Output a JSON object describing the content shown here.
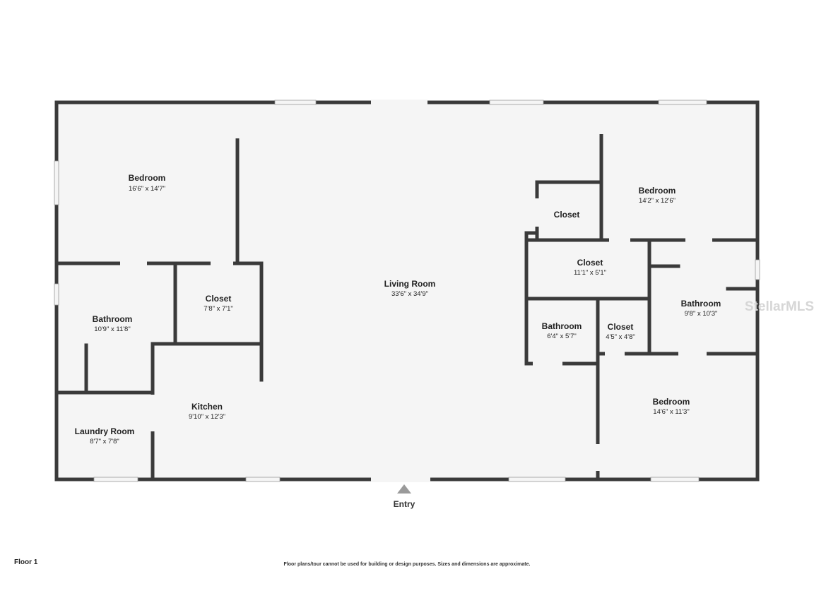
{
  "plan": {
    "floor_label": "Floor 1",
    "disclaimer": "Floor plans/tour cannot be used for building or design purposes. Sizes and dimensions are approximate.",
    "entry_label": "Entry",
    "watermark": "StellarMLS",
    "rooms": [
      {
        "id": "bedroom-nw",
        "name": "Bedroom",
        "dims": "16'6\" x 14'7\""
      },
      {
        "id": "living-room",
        "name": "Living Room",
        "dims": "33'6\" x 34'9\""
      },
      {
        "id": "closet-upper",
        "name": "Closet",
        "dims": ""
      },
      {
        "id": "bedroom-ne",
        "name": "Bedroom",
        "dims": "14'2\" x 12'6\""
      },
      {
        "id": "closet-west",
        "name": "Closet",
        "dims": "7'8\" x 7'1\""
      },
      {
        "id": "bathroom-west",
        "name": "Bathroom",
        "dims": "10'9\" x 11'8\""
      },
      {
        "id": "closet-mid",
        "name": "Closet",
        "dims": "11'1\" x 5'1\""
      },
      {
        "id": "bathroom-east",
        "name": "Bathroom",
        "dims": "9'8\" x 10'3\""
      },
      {
        "id": "bathroom-small",
        "name": "Bathroom",
        "dims": "6'4\" x 5'7\""
      },
      {
        "id": "closet-small",
        "name": "Closet",
        "dims": "4'5\" x 4'8\""
      },
      {
        "id": "kitchen",
        "name": "Kitchen",
        "dims": "9'10\" x 12'3\""
      },
      {
        "id": "laundry-room",
        "name": "Laundry Room",
        "dims": "8'7\" x 7'8\""
      },
      {
        "id": "bedroom-se",
        "name": "Bedroom",
        "dims": "14'6\" x 11'3\""
      }
    ]
  }
}
